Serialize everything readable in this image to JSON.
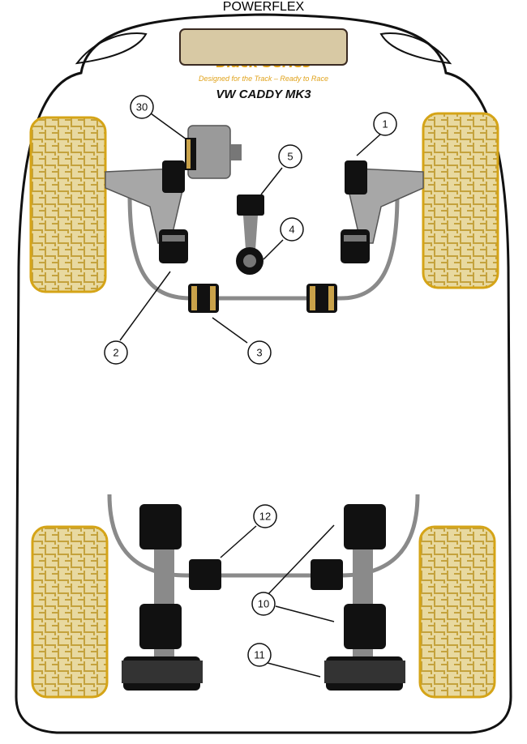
{
  "header": {
    "brand": "POWERFLEX",
    "series": "Black Series",
    "tagline": "Designed for the Track – Ready to Race",
    "model": "VW CADDY MK3"
  },
  "callouts": [
    {
      "id": "c30",
      "label": "30"
    },
    {
      "id": "c1",
      "label": "1"
    },
    {
      "id": "c5",
      "label": "5"
    },
    {
      "id": "c4",
      "label": "4"
    },
    {
      "id": "c2",
      "label": "2"
    },
    {
      "id": "c3",
      "label": "3"
    },
    {
      "id": "c12",
      "label": "12"
    },
    {
      "id": "c10",
      "label": "10"
    },
    {
      "id": "c11",
      "label": "11"
    }
  ],
  "colors": {
    "bushing": "#111111",
    "bush_accent": "#c9a24a",
    "tyre_fill": "#e8cf86",
    "tyre_edge": "#d5a417",
    "arm_gray": "#8a8a8a"
  }
}
